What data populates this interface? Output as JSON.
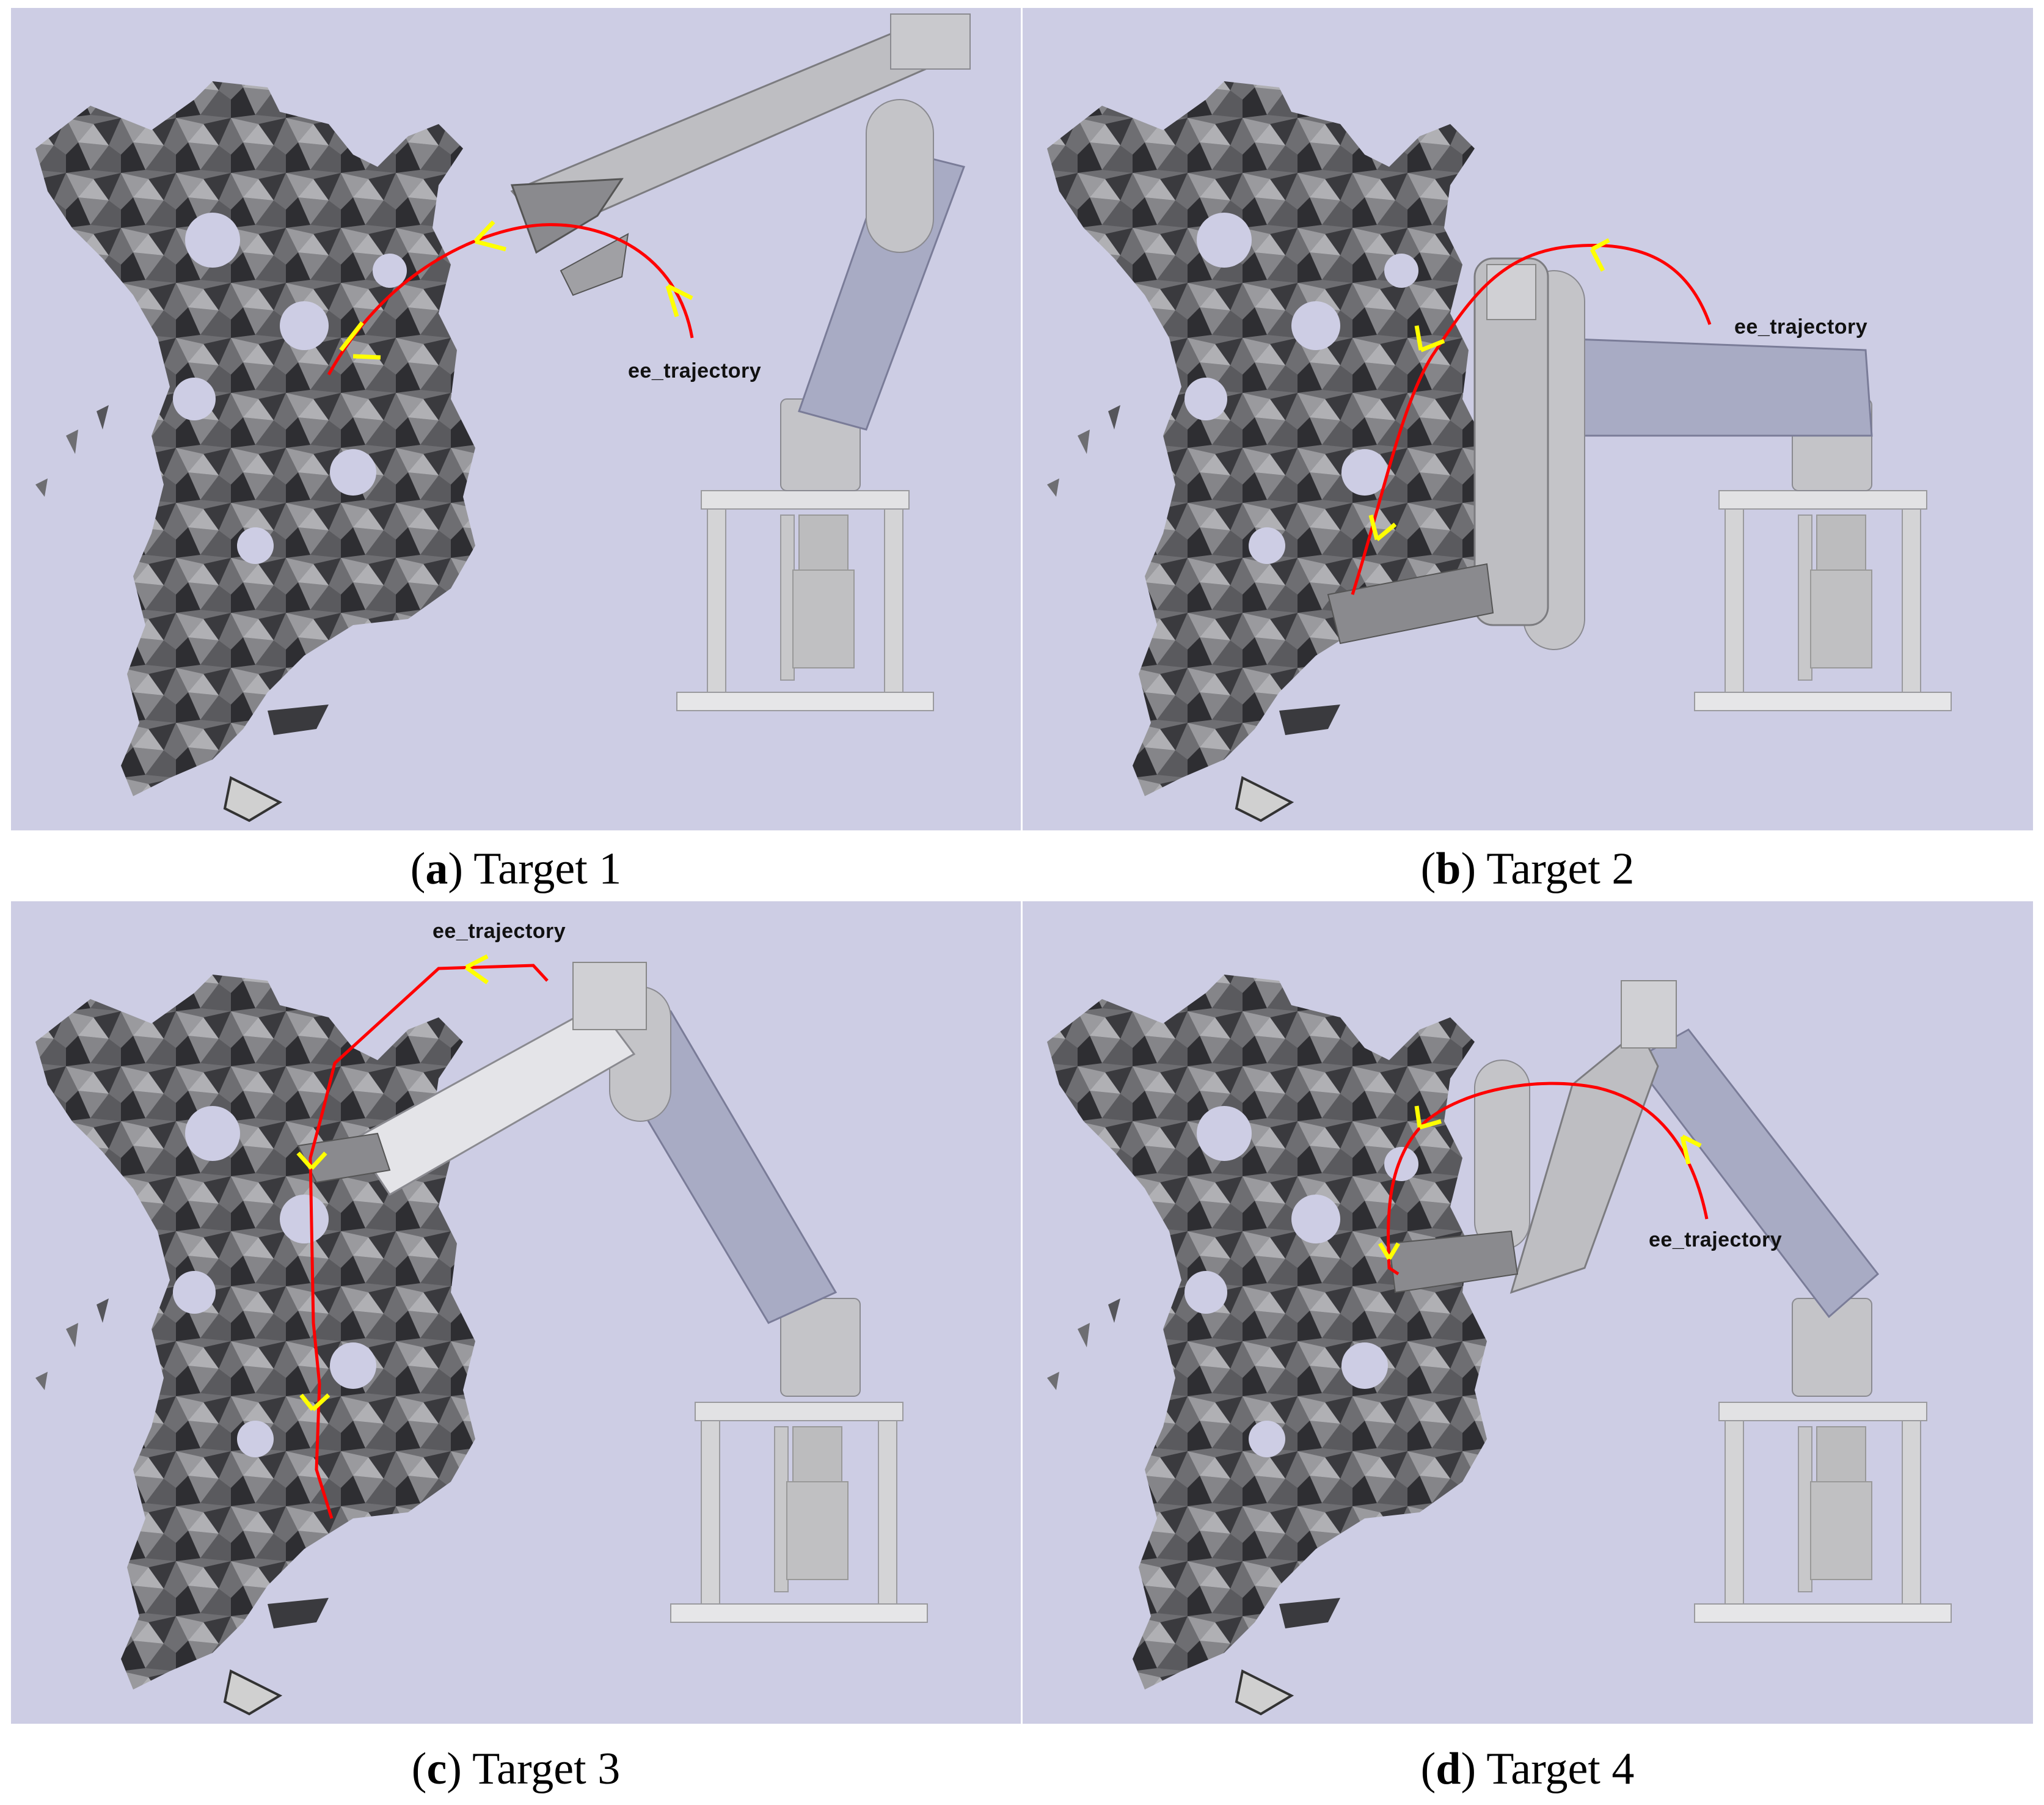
{
  "figure": {
    "background_color": "#cdcde4",
    "mesh_color": "#6f6f74",
    "robot_color": "#c8c8cc",
    "robot_link_color": "#a8abc4",
    "trajectory_color": "#ff0000",
    "arrow_color": "#ffff00",
    "panels": [
      {
        "id": "a",
        "letter": "a",
        "caption_text": "Target 1",
        "trajectory_label": "ee_trajectory"
      },
      {
        "id": "b",
        "letter": "b",
        "caption_text": "Target 2",
        "trajectory_label": "ee_trajectory"
      },
      {
        "id": "c",
        "letter": "c",
        "caption_text": "Target 3",
        "trajectory_label": "ee_trajectory"
      },
      {
        "id": "d",
        "letter": "d",
        "caption_text": "Target 4",
        "trajectory_label": "ee_trajectory"
      }
    ]
  }
}
